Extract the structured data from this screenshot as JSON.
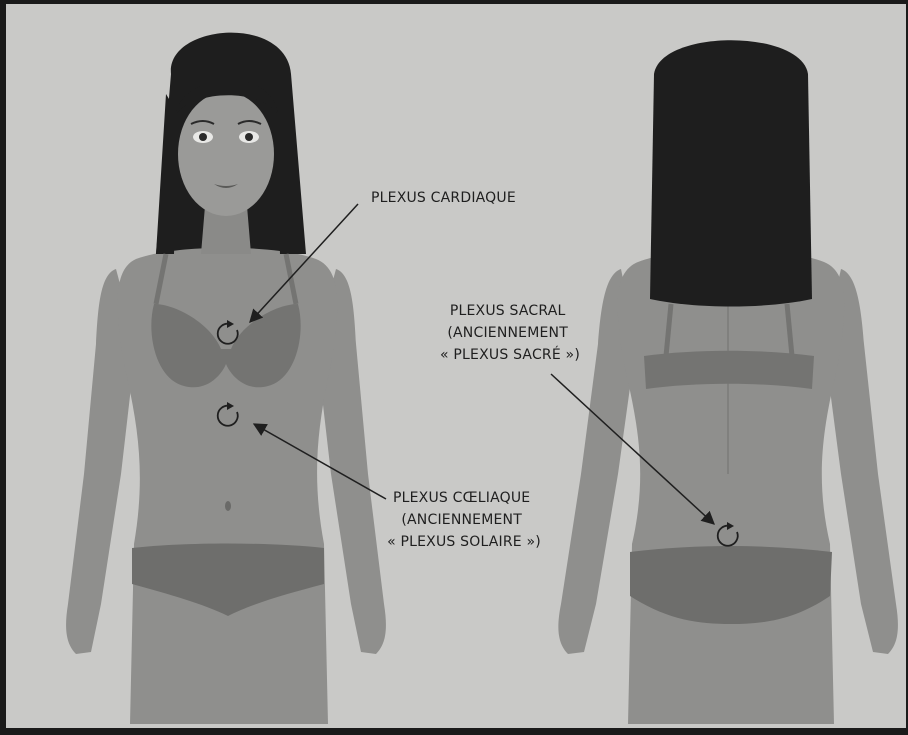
{
  "labels": {
    "cardiac": {
      "lines": [
        "PLEXUS CARDIAQUE"
      ]
    },
    "sacral": {
      "lines": [
        "PLEXUS SACRAL",
        "(ANCIENNEMENT",
        "« PLEXUS SACRÉ »)"
      ]
    },
    "coeliac": {
      "lines": [
        "PLEXUS CŒLIAQUE",
        "(ANCIENNEMENT",
        "« PLEXUS SOLAIRE »)"
      ]
    }
  },
  "icons": {
    "marker": "circular-arrow-icon"
  },
  "colors": {
    "paper": "#c9c9c7",
    "skin": "#8f8f8d",
    "hair": "#1e1e1e",
    "underwear": "#6e6e6c"
  }
}
